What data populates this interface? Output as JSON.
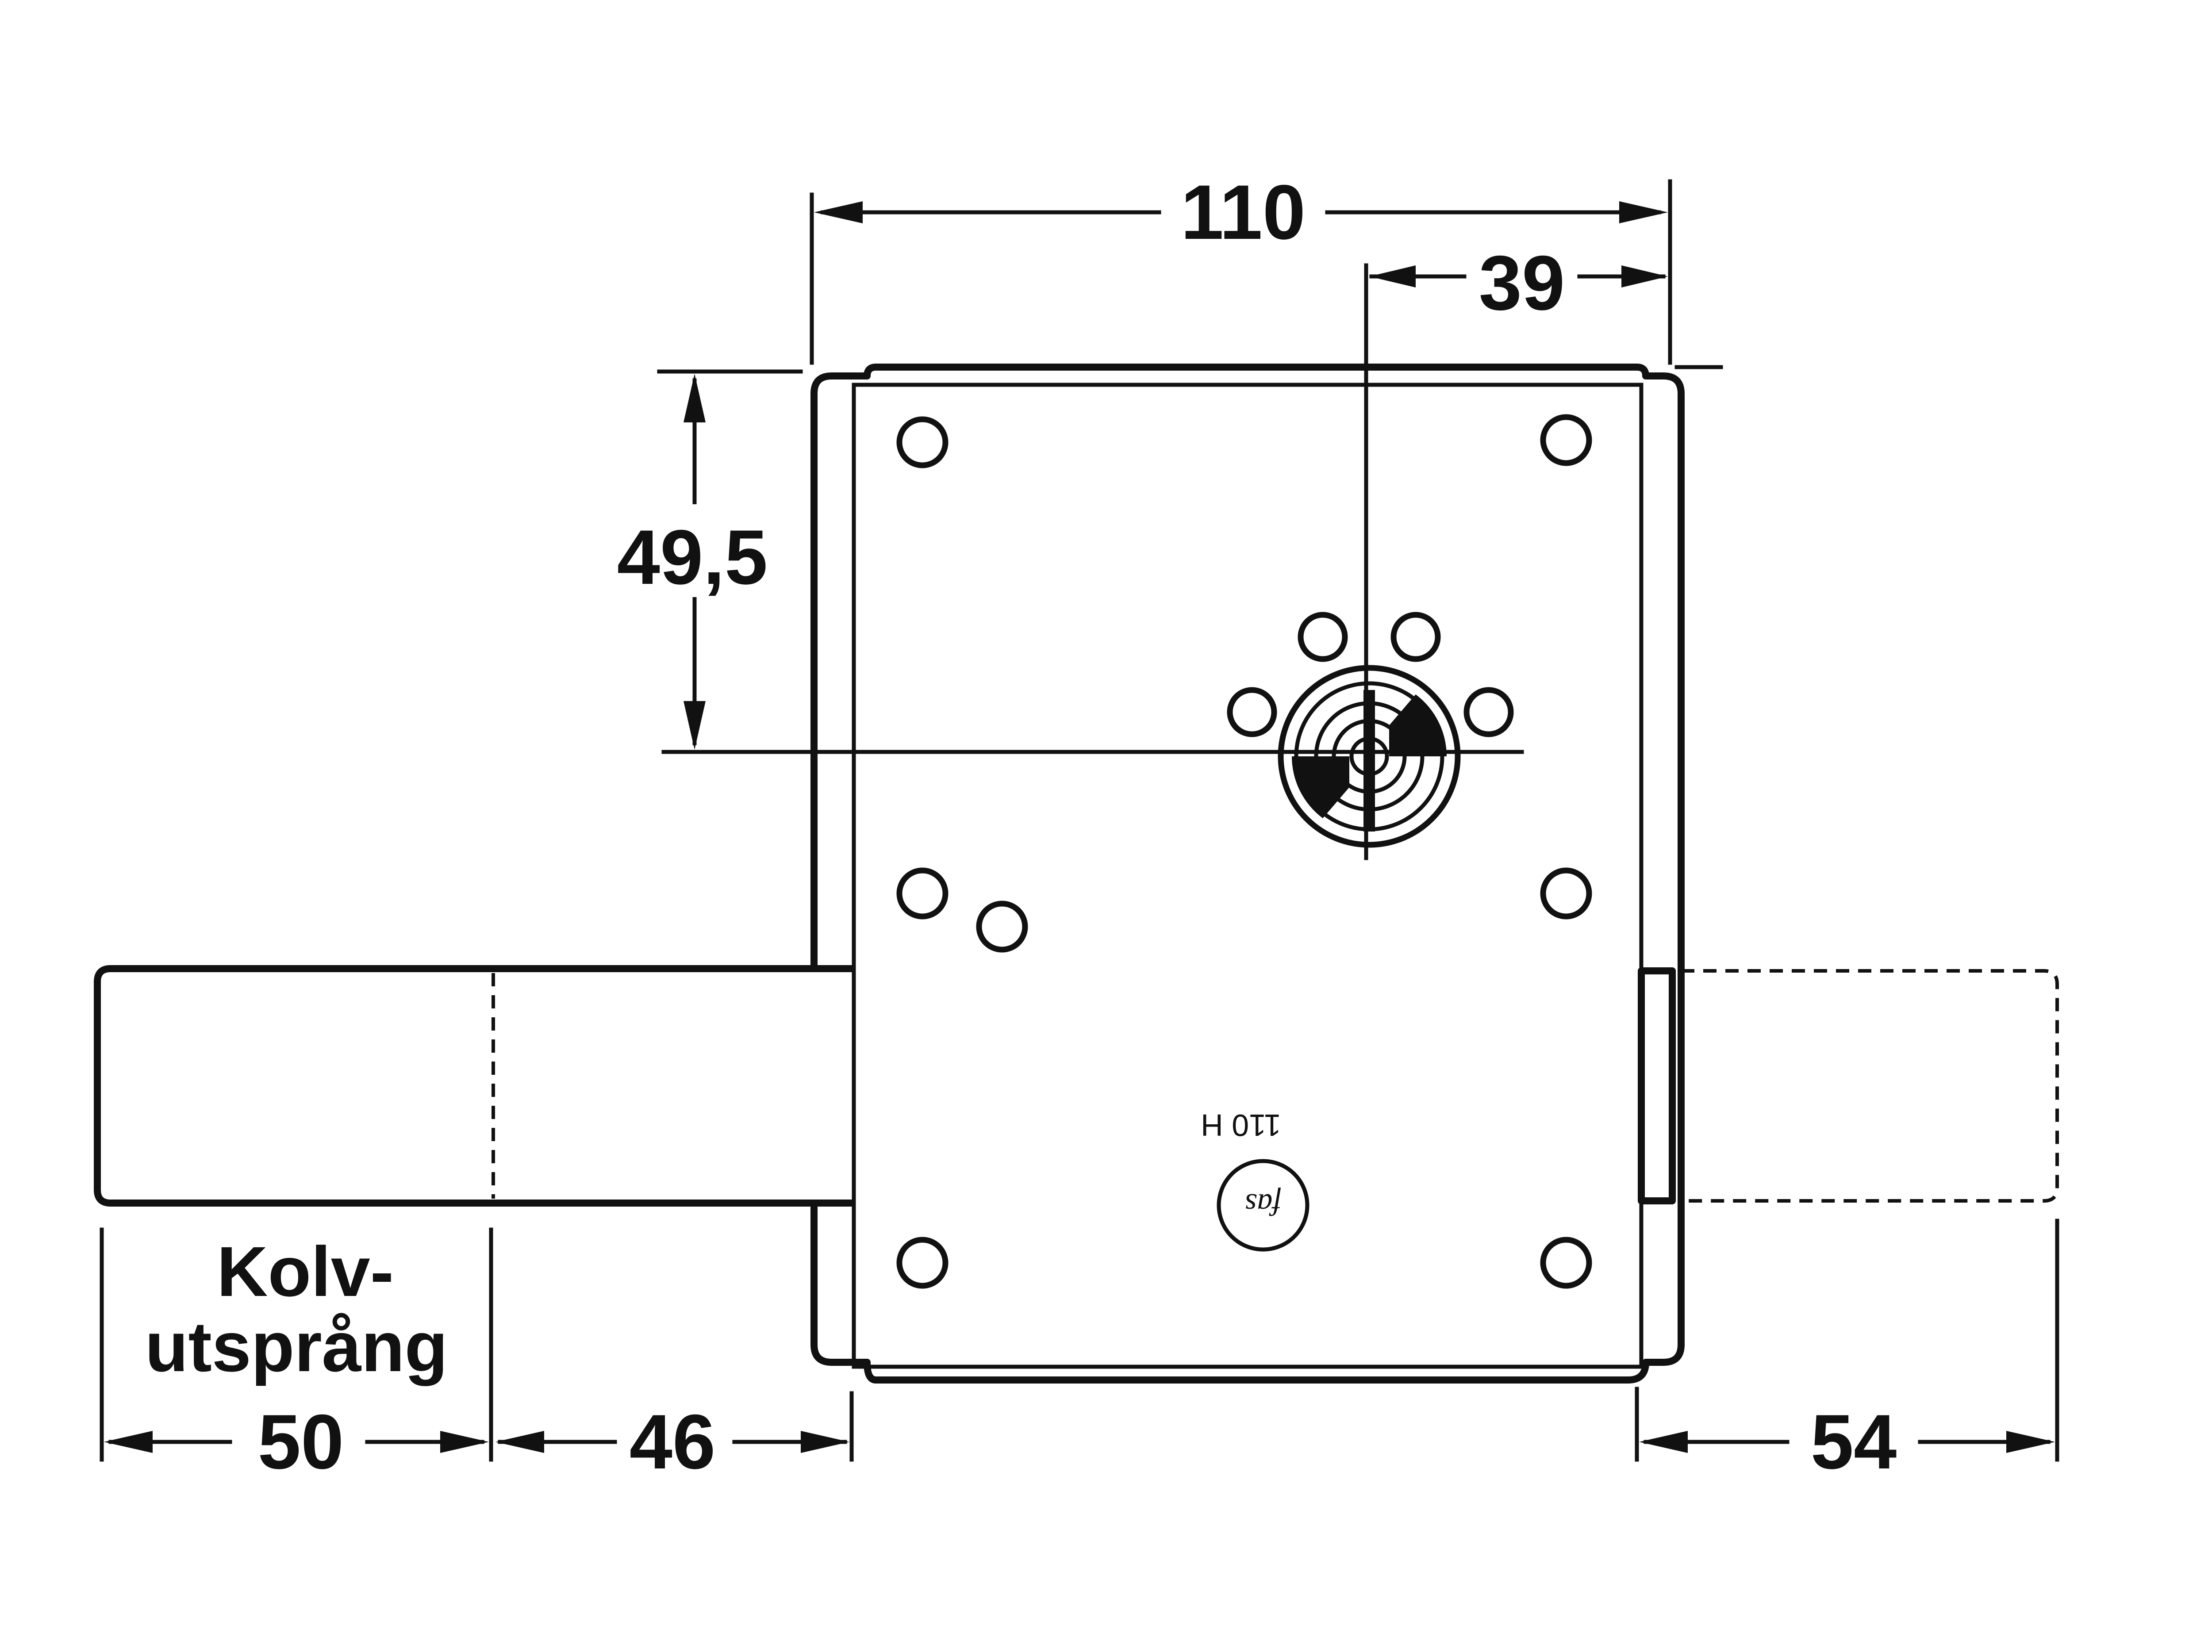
{
  "dimensions": {
    "overall_width": "110",
    "cylinder_offset": "39",
    "cylinder_height": "49,5",
    "bolt_throw": "50",
    "bolt_inside": "46",
    "strike_length": "54"
  },
  "labels": {
    "bolt_label_line1": "Kolv-",
    "bolt_label_line2": "utsprång"
  },
  "case_stamp": {
    "model": "110 H",
    "logo_icon": "fas-logo-icon",
    "logo_text": "fas"
  },
  "icons": {
    "screw_hole": "screw-hole-icon",
    "lock_cylinder": "lock-cylinder-icon",
    "dimension_arrow": "dimension-arrow-icon"
  },
  "colors": {
    "line": "#111111",
    "background": "#ffffff"
  }
}
